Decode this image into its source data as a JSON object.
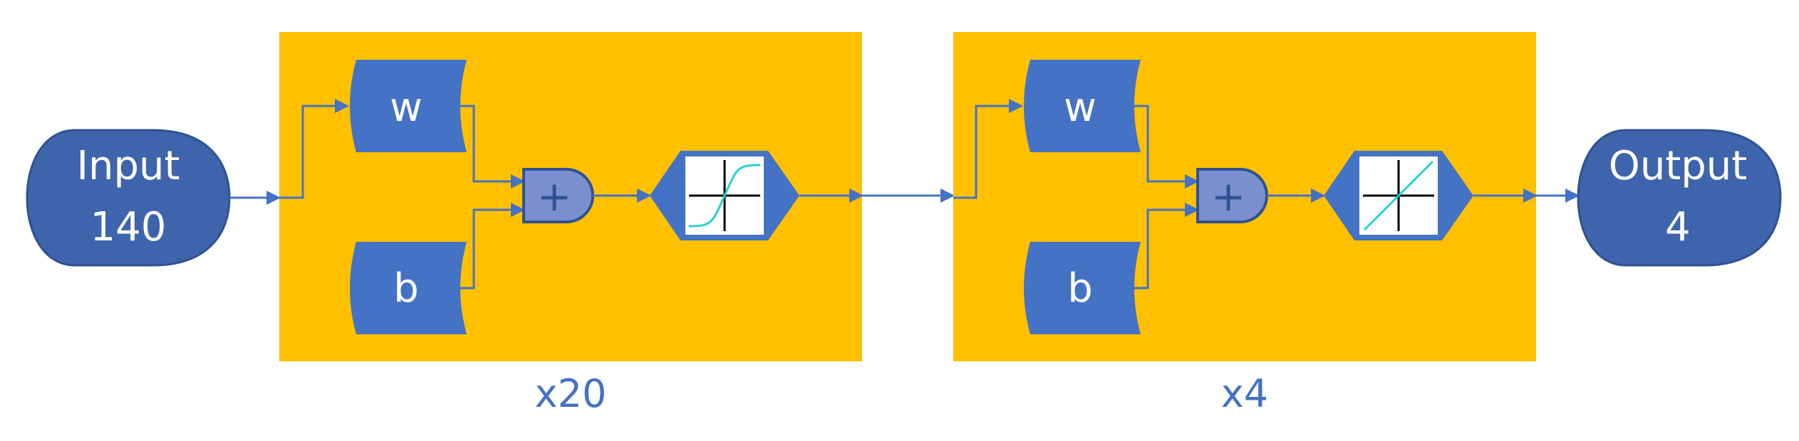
{
  "input": {
    "label": "Input",
    "size": "140"
  },
  "output": {
    "label": "Output",
    "size": "4"
  },
  "hidden_layer": {
    "weight_label": "w",
    "bias_label": "b",
    "sum_symbol": "+",
    "activation_icon": "sigmoid-curve-icon",
    "repeat_label": "x20"
  },
  "output_layer": {
    "weight_label": "w",
    "bias_label": "b",
    "sum_symbol": "+",
    "activation_icon": "linear-line-icon",
    "repeat_label": "x4"
  },
  "colors": {
    "layer_fill": "#FFC000",
    "node_fill": "#4472C4",
    "io_fill": "#3E64AB",
    "io_stroke": "#2F528F",
    "sum_fill": "#7B8FD0",
    "wire": "#4472C4",
    "curve": "#29D1D1",
    "caption": "#4472C4"
  }
}
